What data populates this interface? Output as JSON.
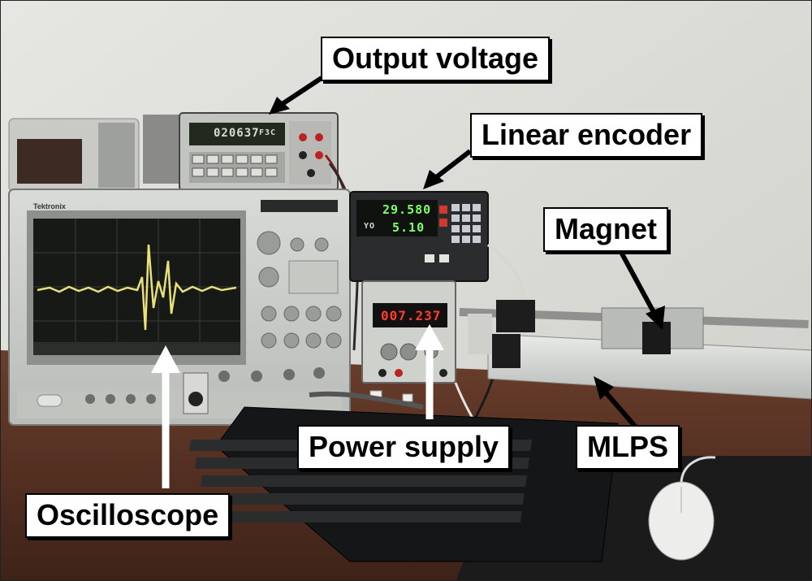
{
  "figure": {
    "labels": {
      "output_voltage": "Output voltage",
      "linear_encoder": "Linear encoder",
      "magnet": "Magnet",
      "power_supply": "Power supply",
      "mlps": "MLPS",
      "oscilloscope": "Oscilloscope"
    },
    "devices": {
      "multimeter_reading": "020637",
      "multimeter_unit": "F3C",
      "encoder_top": "29.580",
      "encoder_bottom": "5.10",
      "encoder_bottom_prefix": "YO",
      "power_supply_reading": "007.237",
      "oscilloscope_brand": "Tektronix"
    },
    "colors": {
      "background_wall": "#dcdcd8",
      "desk": "#5a3426",
      "label_border": "#000000",
      "white_arrow": "#ffffff",
      "black_arrow": "#000000",
      "encoder_digits": "#7cff6a",
      "power_digits": "#ff3b2e",
      "trace": "#e8e07a"
    }
  }
}
